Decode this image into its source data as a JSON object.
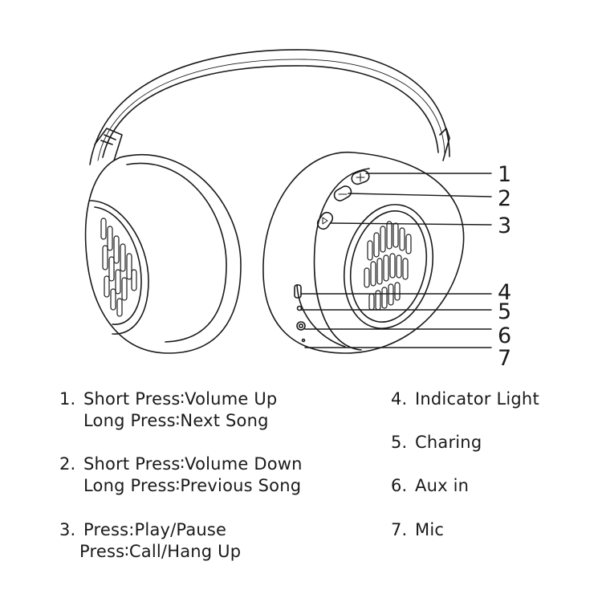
{
  "callouts": [
    "1",
    "2",
    "3",
    "4",
    "5",
    "6",
    "7"
  ],
  "left_column": [
    {
      "num": "1.",
      "line1": "Short Press∶Volume Up",
      "line2": "Long Press∶Next Song"
    },
    {
      "num": "2.",
      "line1": "Short Press∶Volume Down",
      "line2": "Long Press∶Previous Song"
    },
    {
      "num": "3.",
      "line1": "Press:Play/Pause",
      "line2": "Press∶Call/Hang Up"
    }
  ],
  "right_column": [
    {
      "num": "4.",
      "text": "Indicator Light"
    },
    {
      "num": "5.",
      "text": "Charing"
    },
    {
      "num": "6.",
      "text": "Aux in"
    },
    {
      "num": "7.",
      "text": "Mic"
    }
  ],
  "button_icons": [
    "plus-icon",
    "minus-icon",
    "play-pause-icon"
  ]
}
